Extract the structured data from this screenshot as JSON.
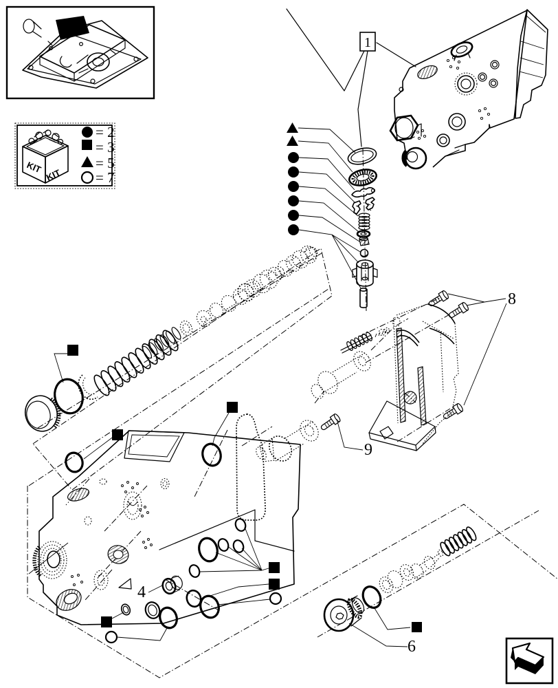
{
  "colors": {
    "ink": "#000000",
    "paper": "#ffffff"
  },
  "kit_legend": {
    "kit_label": "KIT",
    "entries": [
      {
        "symbol": "filled-circle",
        "value": "= 2"
      },
      {
        "symbol": "filled-square",
        "value": "= 3"
      },
      {
        "symbol": "filled-triangle",
        "value": "= 5"
      },
      {
        "symbol": "open-circle",
        "value": "= 7"
      }
    ]
  },
  "callouts": {
    "valve_section": "1",
    "bushing": "4",
    "relief_plug": "6",
    "bracket_screws": "8",
    "detent_screw": "9"
  }
}
